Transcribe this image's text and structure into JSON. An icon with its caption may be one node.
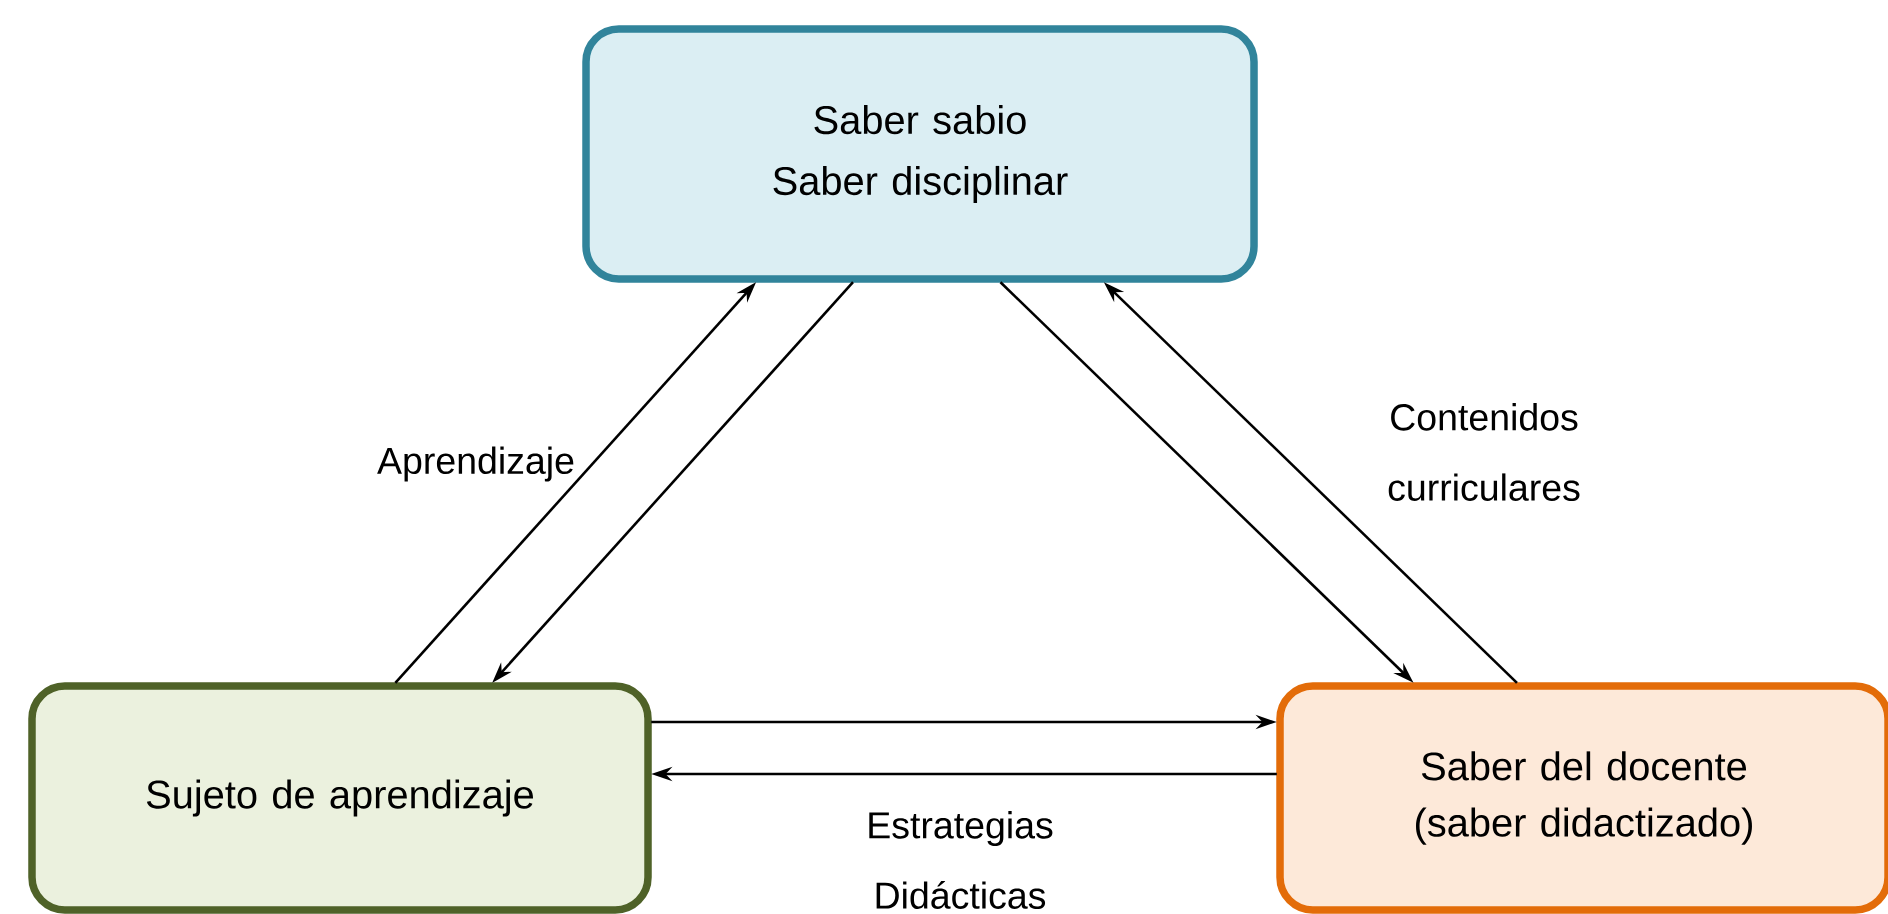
{
  "diagram": {
    "nodes": [
      {
        "text": [
          "Saber sabio",
          "Saber disciplinar"
        ]
      },
      {
        "text": [
          "Sujeto de aprendizaje"
        ]
      },
      {
        "text": [
          "Saber del docente (saber didactizado)"
        ]
      }
    ],
    "edges": [
      {
        "from": 1,
        "to": 0,
        "arrow": "to",
        "label": "Aprendizaje"
      },
      {
        "from": 0,
        "to": 1,
        "arrow": "to"
      },
      {
        "from": 0,
        "to": 2,
        "arrow": "to"
      },
      {
        "from": 2,
        "to": 0,
        "arrow": "to",
        "label": "Contenidos curriculares"
      },
      {
        "from": 1,
        "to": 2,
        "arrow": "to"
      },
      {
        "from": 2,
        "to": 1,
        "arrow": "to",
        "label": "Estrategias Didácticas"
      }
    ]
  }
}
